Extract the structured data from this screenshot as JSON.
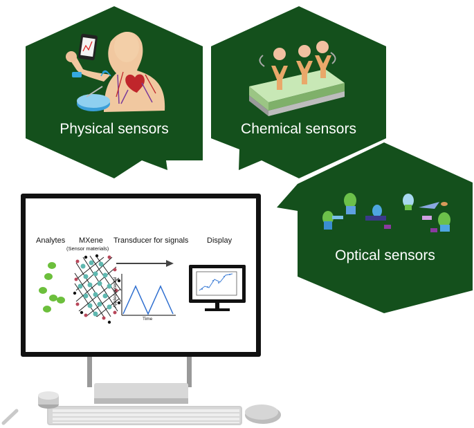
{
  "panels": {
    "physical": {
      "label": "Physical sensors"
    },
    "chemical": {
      "label": "Chemical sensors"
    },
    "optical": {
      "label": "Optical sensors"
    }
  },
  "screen": {
    "analytes": "Analytes",
    "mxene": "MXene",
    "mxene_sub": "(Sensor materials)",
    "transducer": "Transducer for signals",
    "display": "Display",
    "y_axis": "Applied potential",
    "x_axis": "Time"
  },
  "colors": {
    "panel_green": "#14501c",
    "analyte_green": "#6cbf3c",
    "mxene_teal": "#5fb8b0",
    "mxene_red": "#b8475a"
  }
}
